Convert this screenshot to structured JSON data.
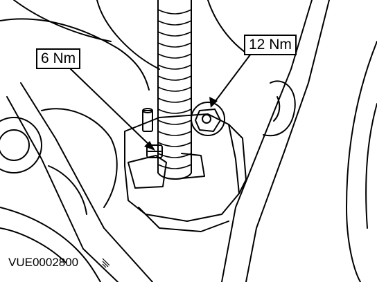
{
  "callouts": {
    "left_torque": "6 Nm",
    "right_torque": "12 Nm"
  },
  "figure_code": "VUE0002800",
  "icons": {
    "corner_mark": "diagonal-hatch-icon"
  }
}
